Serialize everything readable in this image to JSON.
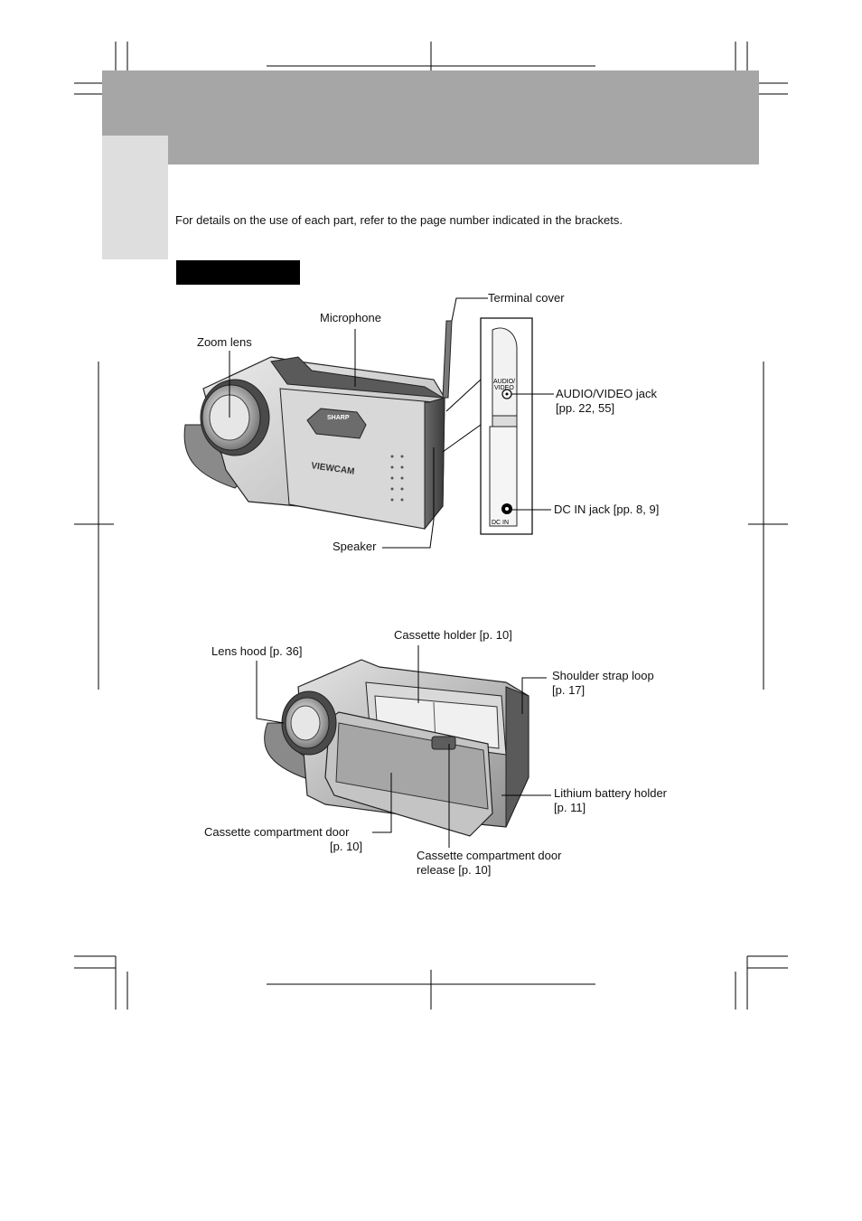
{
  "intro_text": "For details on the use of each part, refer to the page number indicated in the brackets.",
  "figure1": {
    "terminal_cover": "Terminal cover",
    "microphone": "Microphone",
    "zoom_lens": "Zoom lens",
    "audio_video_jack_line1": "AUDIO/VIDEO jack",
    "audio_video_jack_line2": "[pp. 22, 55]",
    "dc_in_jack": "DC IN jack [pp. 8, 9]",
    "speaker": "Speaker",
    "panel_audio_label_line1": "AUDIO/",
    "panel_audio_label_line2": "VIDEO",
    "panel_dc_label": "DC IN",
    "brand_sharp": "SHARP",
    "brand_viewcam": "VIEWCAM"
  },
  "figure2": {
    "cassette_holder": "Cassette holder [p. 10]",
    "lens_hood": "Lens hood [p. 36]",
    "shoulder_strap_line1": "Shoulder strap loop",
    "shoulder_strap_line2": "[p. 17]",
    "lithium_line1": "Lithium battery holder",
    "lithium_line2": "[p. 11]",
    "door_line1": "Cassette compartment door",
    "door_line2": "[p. 10]",
    "release_line1": "Cassette compartment door",
    "release_line2": "release [p. 10]"
  }
}
